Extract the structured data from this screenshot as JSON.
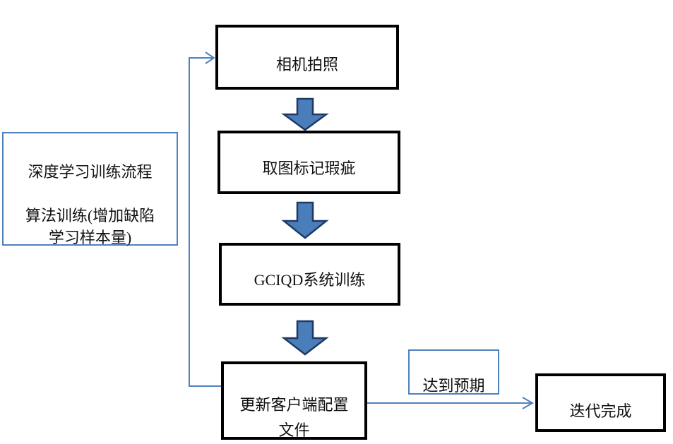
{
  "colors": {
    "accent_blue": "#4f81bd",
    "arrow_fill": "#4a7ebb",
    "arrow_outline": "#1f3864",
    "box_border": "#000000",
    "text_color": "#111111",
    "background": "#ffffff"
  },
  "side_note": {
    "text": "深度学习训练流程\n\n算法训练(增加缺陷\n学习样本量)"
  },
  "nodes": {
    "camera": {
      "label": "相机拍照"
    },
    "mark": {
      "label": "取图标记瑕疵"
    },
    "train": {
      "label": "GCIQD系统训练"
    },
    "update": {
      "label": "更新客户端配置\n文件"
    },
    "done": {
      "label": "迭代完成"
    }
  },
  "edge_labels": {
    "expected": "达到预期"
  }
}
